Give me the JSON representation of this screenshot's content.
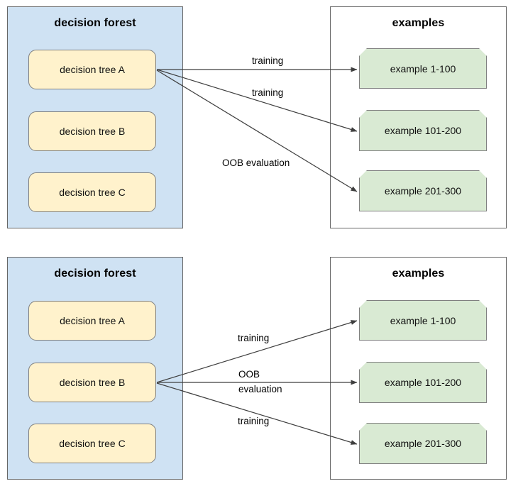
{
  "diagrams": [
    {
      "id": "top",
      "forest": {
        "title": "decision forest",
        "trees": [
          {
            "label": "decision tree A"
          },
          {
            "label": "decision tree B"
          },
          {
            "label": "decision tree C"
          }
        ]
      },
      "examples": {
        "title": "examples",
        "items": [
          {
            "label": "example 1-100"
          },
          {
            "label": "example 101-200"
          },
          {
            "label": "example 201-300"
          }
        ]
      },
      "edges": [
        {
          "label": "training",
          "from": "decision tree A",
          "to": "example 1-100"
        },
        {
          "label": "training",
          "from": "decision tree A",
          "to": "example 101-200"
        },
        {
          "label": "OOB evaluation",
          "from": "decision tree A",
          "to": "example 201-300"
        }
      ]
    },
    {
      "id": "bottom",
      "forest": {
        "title": "decision forest",
        "trees": [
          {
            "label": "decision tree A"
          },
          {
            "label": "decision tree B"
          },
          {
            "label": "decision tree C"
          }
        ]
      },
      "examples": {
        "title": "examples",
        "items": [
          {
            "label": "example 1-100"
          },
          {
            "label": "example 101-200"
          },
          {
            "label": "example 201-300"
          }
        ]
      },
      "edges": [
        {
          "label": "training",
          "from": "decision tree B",
          "to": "example 1-100"
        },
        {
          "label_line1": "OOB",
          "label_line2": "evaluation",
          "from": "decision tree B",
          "to": "example 101-200"
        },
        {
          "label": "training",
          "from": "decision tree B",
          "to": "example 201-300"
        }
      ]
    }
  ],
  "colors": {
    "forest_fill": "#cfe2f3",
    "tree_fill": "#fff2cc",
    "example_fill": "#d9ead3",
    "border": "#7f7f7f",
    "arrow": "#3f3f3f",
    "background": "#ffffff"
  }
}
